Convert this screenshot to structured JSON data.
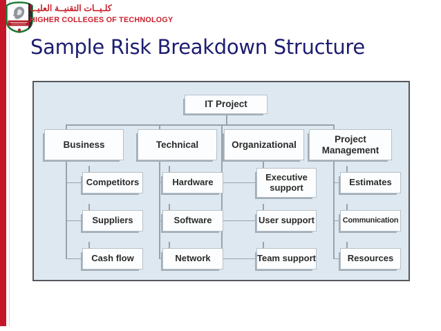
{
  "branding": {
    "arabic_name": "كلـيــات التقنيــة العليــا",
    "english_name": "HIGHER COLLEGES OF TECHNOLOGY",
    "brand_red": "#c8202c",
    "bar_red": "#c41627",
    "crest_icon": "hct-shield-crest",
    "crest_colors": {
      "green": "#1e7a34",
      "red": "#b51f2a",
      "black": "#2b2b2b",
      "falcon_gray": "#90959a"
    }
  },
  "slide": {
    "title": "Sample Risk Breakdown Structure",
    "title_color": "#1d1d70"
  },
  "diagram": {
    "type": "tree",
    "root": {
      "label": "IT Project"
    },
    "categories": [
      {
        "label": "Business",
        "children": [
          {
            "label": "Competitors"
          },
          {
            "label": "Suppliers"
          },
          {
            "label": "Cash flow"
          }
        ]
      },
      {
        "label": "Technical",
        "children": [
          {
            "label": "Hardware"
          },
          {
            "label": "Software"
          },
          {
            "label": "Network"
          }
        ]
      },
      {
        "label": "Organizational",
        "children": [
          {
            "label": "Executive support"
          },
          {
            "label": "User support"
          },
          {
            "label": "Team support"
          }
        ]
      },
      {
        "label": "Project Management",
        "children": [
          {
            "label": "Estimates"
          },
          {
            "label": "Communication"
          },
          {
            "label": "Resources"
          }
        ]
      }
    ],
    "colors": {
      "panel_bg": "#dde8f0",
      "panel_border": "#54585c",
      "box_bg": "#fcfdfe",
      "box_border": "#b6c0c8",
      "box_shadow": "#a3adb5",
      "line": "#98a2aa",
      "node_text": "#2a2a2a"
    }
  }
}
